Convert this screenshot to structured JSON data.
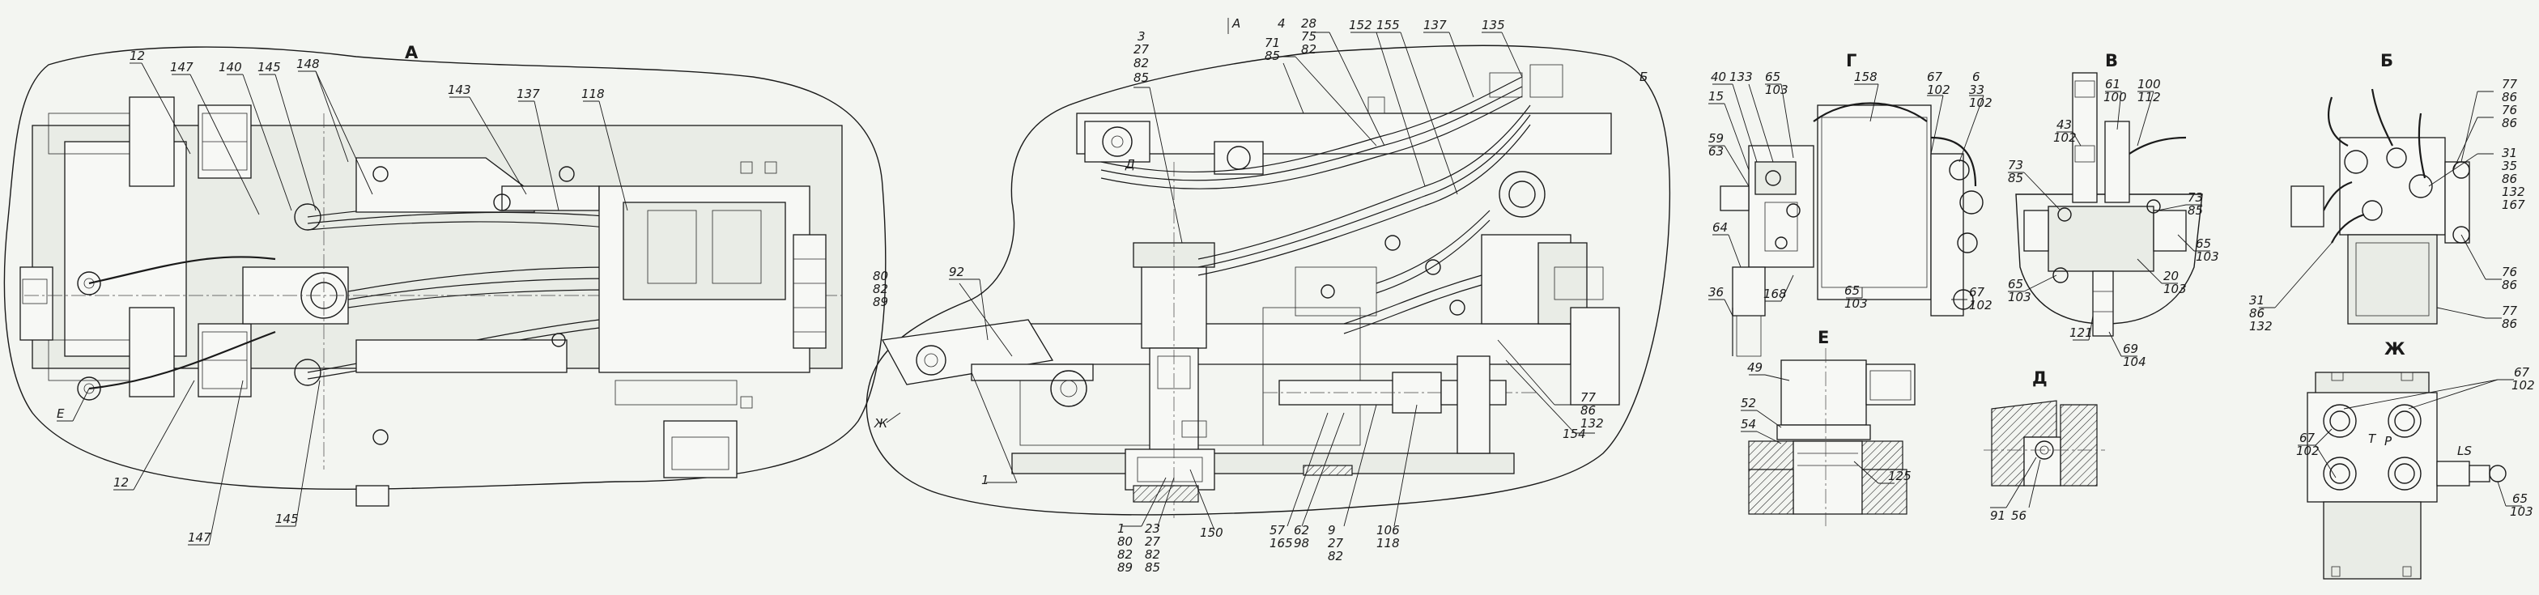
{
  "views": {
    "A": "A",
    "B_cyr": "Б",
    "V": "В",
    "G": "Г",
    "D": "Д",
    "E": "Е",
    "Zh": "Ж"
  },
  "section_marks": {
    "E": "Е",
    "Zh": "Ж",
    "D": "Д",
    "B": "Б",
    "A_arrow": "А"
  },
  "callouts_a": [
    "12",
    "147",
    "140",
    "145",
    "148",
    "143",
    "137",
    "118",
    "12",
    "147",
    "145"
  ],
  "callouts_main": [
    "3",
    "27",
    "82",
    "85",
    "4",
    "28",
    "75",
    "82",
    "152",
    "155",
    "137",
    "135",
    "92",
    "80",
    "82",
    "89",
    "77",
    "86",
    "132",
    "154",
    "1",
    "80",
    "82",
    "89",
    "23",
    "27",
    "82",
    "85",
    "150",
    "57",
    "165",
    "62",
    "98",
    "9",
    "27",
    "82",
    "106",
    "118",
    "71",
    "85"
  ],
  "callouts_g": [
    "40",
    "133",
    "65",
    "103",
    "158",
    "67",
    "102",
    "6",
    "33",
    "102",
    "15",
    "59",
    "63",
    "64",
    "36",
    "168",
    "65",
    "103",
    "67",
    "102"
  ],
  "callouts_v": [
    "43",
    "102",
    "61",
    "100",
    "100",
    "112",
    "73",
    "85",
    "73",
    "85",
    "65",
    "103",
    "65",
    "103",
    "20",
    "103",
    "121",
    "69",
    "104"
  ],
  "callouts_b": [
    "77",
    "86",
    "76",
    "86",
    "31",
    "35",
    "86",
    "132",
    "167",
    "31",
    "86",
    "132",
    "76",
    "86",
    "77",
    "86"
  ],
  "callouts_e": [
    "49",
    "52",
    "54",
    "125"
  ],
  "callouts_d": [
    "91",
    "56"
  ],
  "callouts_zh": [
    "67",
    "102",
    "67",
    "102",
    "65",
    "103"
  ],
  "port_labels": {
    "t": "T",
    "p": "P",
    "ls": "LS"
  }
}
